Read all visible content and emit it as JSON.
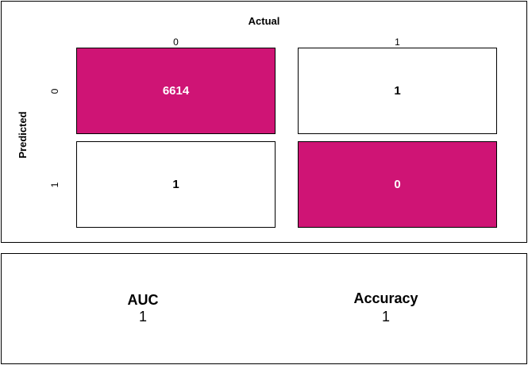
{
  "chart_data": {
    "type": "heatmap",
    "title": "Actual",
    "xlabel": "Actual",
    "ylabel": "Predicted",
    "x_categories": [
      "0",
      "1"
    ],
    "y_categories": [
      "0",
      "1"
    ],
    "values": [
      [
        6614,
        1
      ],
      [
        1,
        0
      ]
    ],
    "highlight_color": "#cf1475",
    "base_color": "#ffffff",
    "highlighted_cells": [
      [
        0,
        0
      ],
      [
        1,
        1
      ]
    ]
  },
  "metrics": {
    "auc": {
      "name": "AUC",
      "value": "1"
    },
    "accuracy": {
      "name": "Accuracy",
      "value": "1"
    }
  }
}
